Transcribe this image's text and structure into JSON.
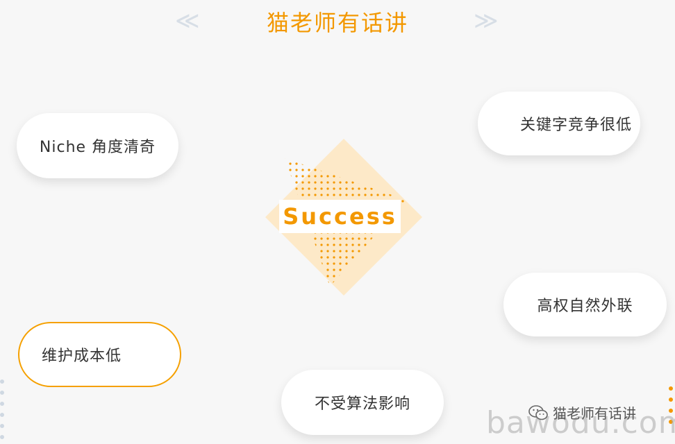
{
  "header": {
    "title": "猫老师有话讲",
    "left_chevron": "≪",
    "right_chevron": "≫"
  },
  "center": {
    "label": "Success"
  },
  "pills": [
    {
      "label": "Niche 角度清奇"
    },
    {
      "label": "关键字竞争很低"
    },
    {
      "label": "高权自然外联"
    },
    {
      "label": "维护成本低"
    },
    {
      "label": "不受算法影响"
    }
  ],
  "watermark": {
    "account": "猫老师有话讲",
    "url": "bawodu.com"
  },
  "colors": {
    "accent": "#f39800",
    "background": "#f7f7f7",
    "diamond": "#fde9c8"
  }
}
